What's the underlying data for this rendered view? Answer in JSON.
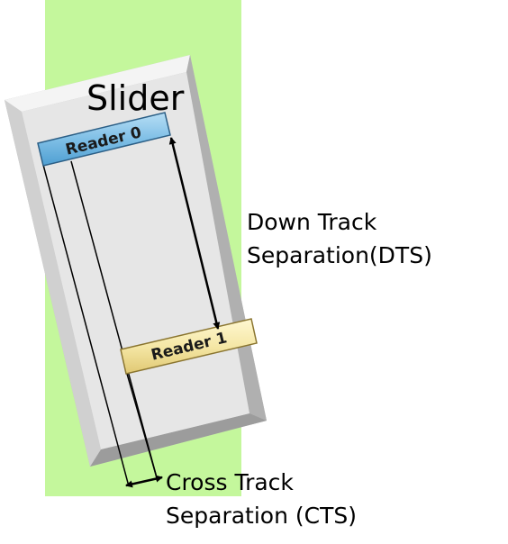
{
  "colors": {
    "track_band": "#c4f79c",
    "slider_face": "#e6e6e6",
    "reader0_fill": "#7fbfe6",
    "reader1_fill": "#f5e7a6",
    "line": "#000000"
  },
  "slider": {
    "label": "Slider"
  },
  "readers": [
    {
      "label": "Reader 0"
    },
    {
      "label": "Reader 1"
    }
  ],
  "dts": {
    "line1": "Down Track",
    "line2": "Separation(DTS)"
  },
  "cts": {
    "line1": "Cross Track",
    "line2": "Separation (CTS)"
  }
}
